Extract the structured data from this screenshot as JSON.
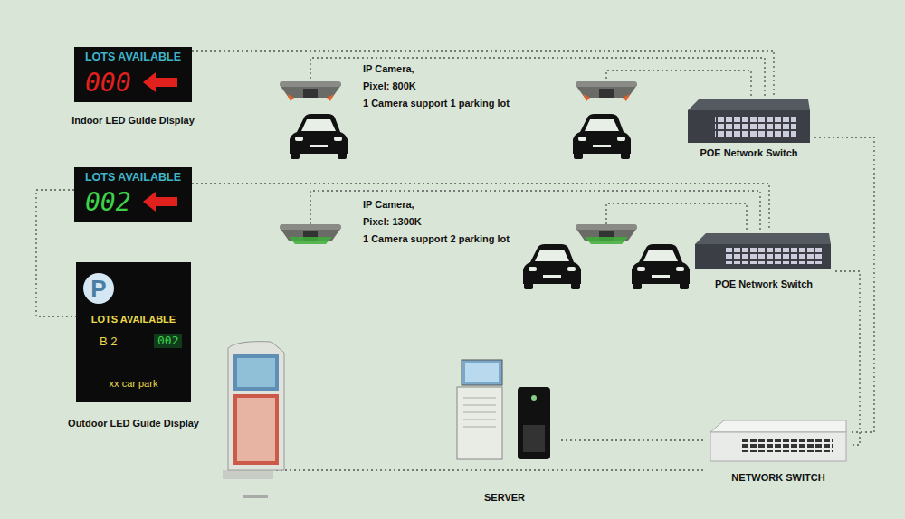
{
  "diagram": {
    "nodes": [
      {
        "text": [
          "LOTS AVAILABLE",
          "000",
          "Indoor LED Guide Display"
        ]
      },
      {
        "text": [
          "LOTS AVAILABLE",
          "002"
        ]
      },
      {
        "text": [
          "P",
          "LOTS AVAILABLE",
          "B 2",
          "002",
          "xx car park",
          "Outdoor LED Guide Display"
        ]
      },
      {
        "text": [
          "POE Network Switch"
        ]
      },
      {
        "text": [
          "POE Network Switch"
        ]
      },
      {
        "text": [
          "NETWORK SWITCH"
        ]
      },
      {
        "text": [
          "SERVER"
        ]
      }
    ],
    "edges": [
      {
        "from": 0,
        "to": 3,
        "arrow": "none"
      },
      {
        "from": 1,
        "to": 4,
        "arrow": "none"
      },
      {
        "from": 1,
        "to": 2,
        "arrow": "none"
      },
      {
        "from": 3,
        "to": 5,
        "arrow": "none"
      },
      {
        "from": 4,
        "to": 5,
        "arrow": "none"
      },
      {
        "from": 6,
        "to": 5,
        "arrow": "none"
      }
    ],
    "labels": [
      "IP Camera,",
      "Pixel: 800K",
      "1 Camera support 1 parking lot",
      "IP Camera,",
      "Pixel: 1300K",
      "1 Camera support 2 parking lot"
    ]
  }
}
